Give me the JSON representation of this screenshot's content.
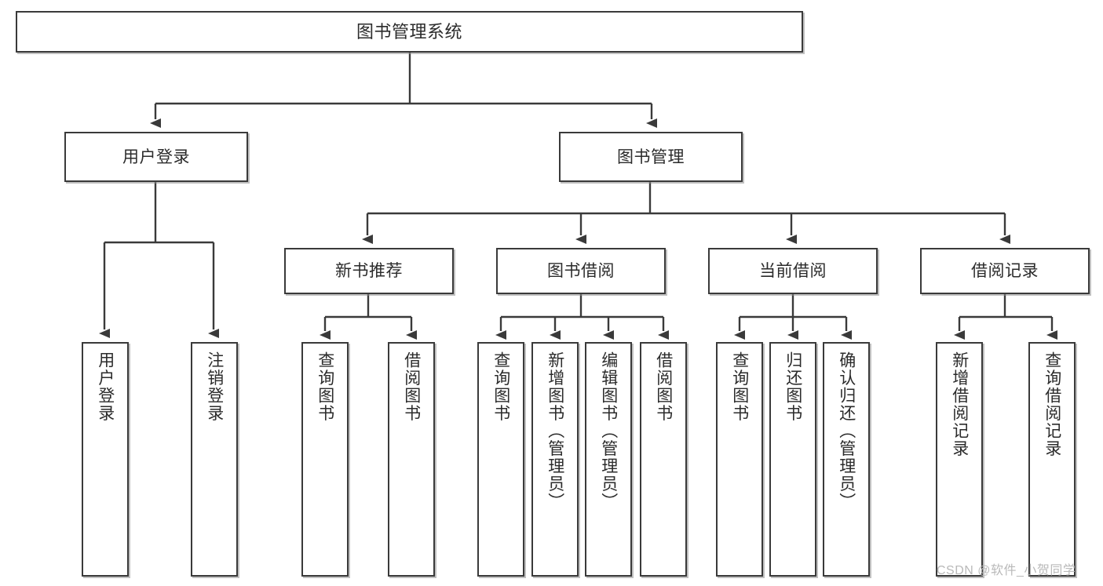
{
  "diagram": {
    "title": "图书管理系统",
    "type": "tree",
    "watermark": "CSDN @软件_小贺同学",
    "colors": {
      "box_border": "#3a3a3a",
      "box_fill": "#ffffff",
      "edge": "#3a3a3a",
      "text": "#2b2b2b",
      "watermark": "#b9b9b9",
      "background": "#ffffff"
    },
    "nodes": {
      "root": {
        "label": "图书管理系统"
      },
      "level2": [
        {
          "id": "user-login",
          "label": "用户登录"
        },
        {
          "id": "book-manage",
          "label": "图书管理"
        }
      ],
      "level3": [
        {
          "id": "new-book-recommend",
          "label": "新书推荐"
        },
        {
          "id": "book-borrow",
          "label": "图书借阅"
        },
        {
          "id": "current-borrow",
          "label": "当前借阅"
        },
        {
          "id": "borrow-record",
          "label": "借阅记录"
        }
      ],
      "leaves": {
        "user_login": [
          {
            "id": "leaf-user-login",
            "label": "用户登录"
          },
          {
            "id": "leaf-logout",
            "label": "注销登录"
          }
        ],
        "new_book_recommend": [
          {
            "id": "leaf-query-book-1",
            "label": "查询图书"
          },
          {
            "id": "leaf-borrow-book-1",
            "label": "借阅图书"
          }
        ],
        "book_borrow": [
          {
            "id": "leaf-query-book-2",
            "label": "查询图书"
          },
          {
            "id": "leaf-add-book",
            "label": "新增图书（管理员）"
          },
          {
            "id": "leaf-edit-book",
            "label": "编辑图书（管理员）"
          },
          {
            "id": "leaf-borrow-book-2",
            "label": "借阅图书"
          }
        ],
        "current_borrow": [
          {
            "id": "leaf-query-book-3",
            "label": "查询图书"
          },
          {
            "id": "leaf-return-book",
            "label": "归还图书"
          },
          {
            "id": "leaf-confirm-return",
            "label": "确认归还（管理员）"
          }
        ],
        "borrow_record": [
          {
            "id": "leaf-add-record",
            "label": "新增借阅记录"
          },
          {
            "id": "leaf-query-record",
            "label": "查询借阅记录"
          }
        ]
      }
    }
  }
}
